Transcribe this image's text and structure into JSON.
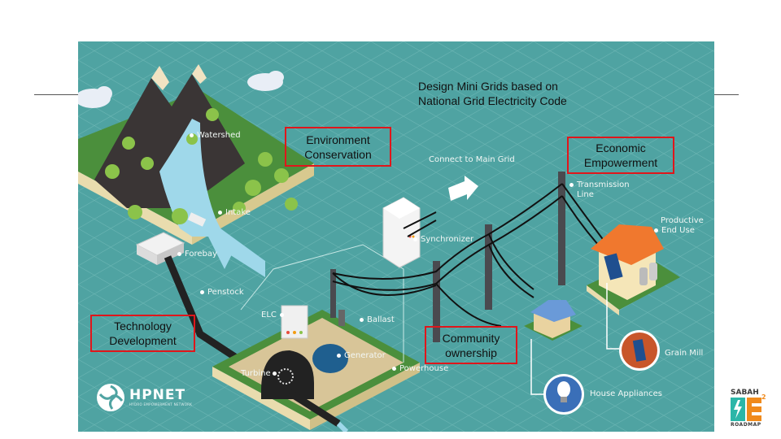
{
  "slide": {
    "heading_line1": "Design Mini Grids based on",
    "heading_line2": "National Grid Electricity Code"
  },
  "callouts": {
    "environment": {
      "line1": "Environment",
      "line2": "Conservation"
    },
    "economic": {
      "line1": "Economic",
      "line2": "Empowerment"
    },
    "technology": {
      "line1": "Technology",
      "line2": "Development"
    },
    "community": {
      "line1": "Community",
      "line2": "ownership"
    },
    "border_color": "#e0161b"
  },
  "diagram_labels": {
    "watershed": "Watershed",
    "intake": "Intake",
    "forebay": "Forebay",
    "penstock": "Penstock",
    "elc": "ELC",
    "ballast": "Ballast",
    "generator": "Generator",
    "turbine": "Turbine",
    "powerhouse": "Powerhouse",
    "synchronizer": "Synchronizer",
    "connect_main_grid": "Connect to Main Grid",
    "transmission_line1": "Transmission",
    "transmission_line2": "Line",
    "productive_line1": "Productive",
    "productive_line2": "End Use",
    "grain_mill": "Grain Mill",
    "house_appliances": "House Appliances"
  },
  "logos": {
    "hpnet_name": "HPNET",
    "hpnet_sub": "HYDRO EMPOWERMENT NETWORK",
    "sabah_top": "SABAH",
    "sabah_sup": "2",
    "sabah_mark": "RE",
    "sabah_bottom": "ROADMAP"
  },
  "colors": {
    "background": "#4fa3a2",
    "grass": "#4b8f3c",
    "mountain": "#3a3535",
    "water": "#9fd8ea",
    "roof_orange": "#f0782e",
    "roof_blue": "#6a9ad8"
  }
}
